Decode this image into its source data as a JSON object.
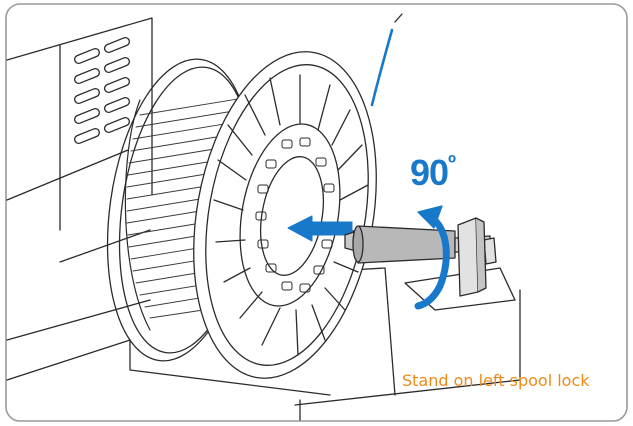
{
  "angle": {
    "value": "90",
    "unit": "º"
  },
  "caption": "Stand on left spool lock",
  "colors": {
    "accent_blue": "#1878c9",
    "caption_orange": "#ef8a17",
    "line": "#2b2b2b",
    "frame": "#9a9a9a",
    "spool_rod": "#b8b8b8"
  },
  "icons": [
    "insert-arrow-icon",
    "rotate-arrow-icon"
  ]
}
